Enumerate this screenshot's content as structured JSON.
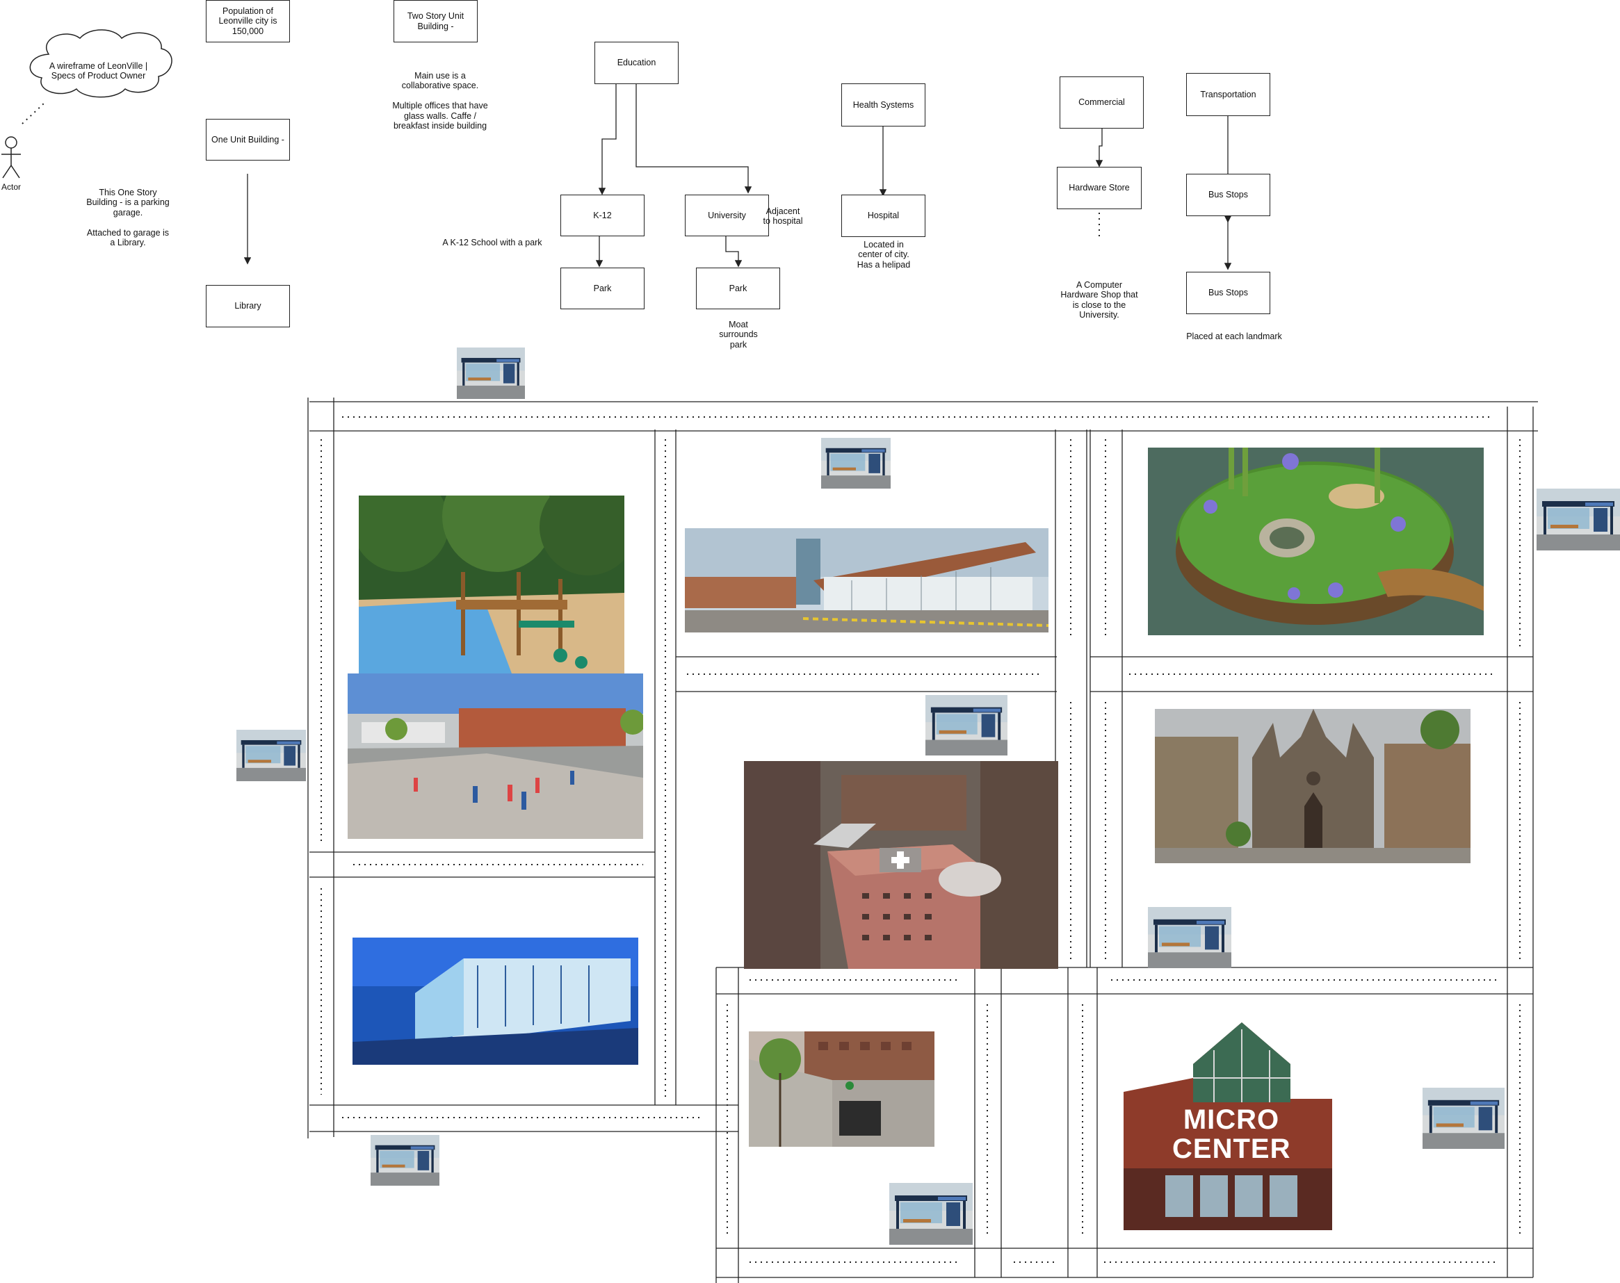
{
  "actor": {
    "label": "Actor"
  },
  "thought": {
    "text": "A wireframe of LeonVille | Specs of Product Owner"
  },
  "population": {
    "text": "Population of Leonville city is 150,000"
  },
  "two_story": {
    "title": "Two Story Unit Building -",
    "desc": "Main use is a collaborative space.\n\nMultiple offices that have glass walls. Caffe / breakfast inside building"
  },
  "one_unit": {
    "title": "One Unit Building -",
    "desc": "This One Story Building - is a parking garage.\n\nAttached to garage is a Library.",
    "library": "Library"
  },
  "education": {
    "title": "Education",
    "k12": "K-12",
    "university": "University",
    "park1": "Park",
    "park2": "Park",
    "k12_note": "A K-12 School with a park",
    "adjacent_note": "Adjacent\nto hospital",
    "moat_note": "Moat\nsurrounds\npark"
  },
  "health": {
    "title": "Health Systems",
    "hospital": "Hospital",
    "hospital_note": "Located in\ncenter of city.\nHas a helipad"
  },
  "commercial": {
    "title": "Commercial",
    "hardware": "Hardware Store",
    "hardware_note": "A Computer\nHardware Shop that\nis close to the\nUniversity."
  },
  "transportation": {
    "title": "Transportation",
    "bus1": "Bus Stops",
    "bus2": "Bus Stops",
    "bus_note": "Placed at each landmark"
  },
  "photos": {
    "playground": "playground-photo",
    "school": "school-photo",
    "library_building": "library-photo",
    "university": "university-photo",
    "hospital": "hospital-photo",
    "park_island": "park-island-photo",
    "cathedral": "cathedral-photo",
    "parking_garage": "parking-garage-photo",
    "micro_center": "micro-center-photo",
    "micro_center_sign1": "MICRO",
    "micro_center_sign2": "CENTER"
  },
  "colors": {
    "line": "#222222",
    "sky": "#9cc3e6",
    "brick": "#8e3b2a",
    "grass": "#5e9a3a",
    "water": "#4d6b5f"
  }
}
